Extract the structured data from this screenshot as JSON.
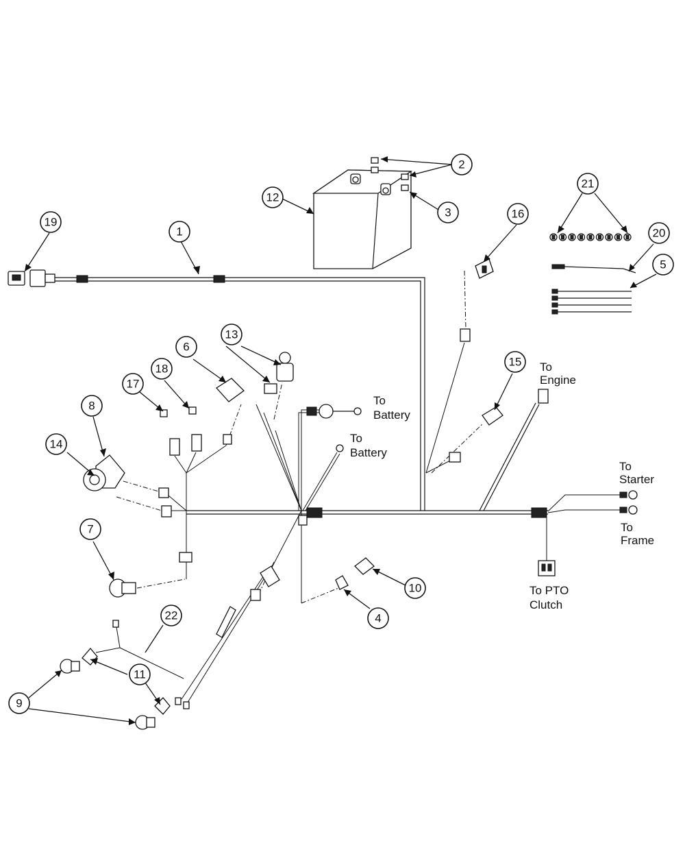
{
  "callouts": {
    "c1": "1",
    "c2": "2",
    "c3": "3",
    "c4": "4",
    "c5": "5",
    "c6": "6",
    "c7": "7",
    "c8": "8",
    "c9": "9",
    "c10": "10",
    "c11": "11",
    "c12": "12",
    "c13": "13",
    "c14": "14",
    "c15": "15",
    "c16": "16",
    "c17": "17",
    "c18": "18",
    "c19": "19",
    "c20": "20",
    "c21": "21",
    "c22": "22"
  },
  "labels": {
    "battery_upper": [
      "To",
      "Battery"
    ],
    "battery_lower": [
      "To",
      "Battery"
    ],
    "engine": [
      "To",
      "Engine"
    ],
    "starter": [
      "To",
      "Starter"
    ],
    "frame": [
      "To",
      "Frame"
    ],
    "pto": [
      "To PTO",
      "Clutch"
    ]
  }
}
